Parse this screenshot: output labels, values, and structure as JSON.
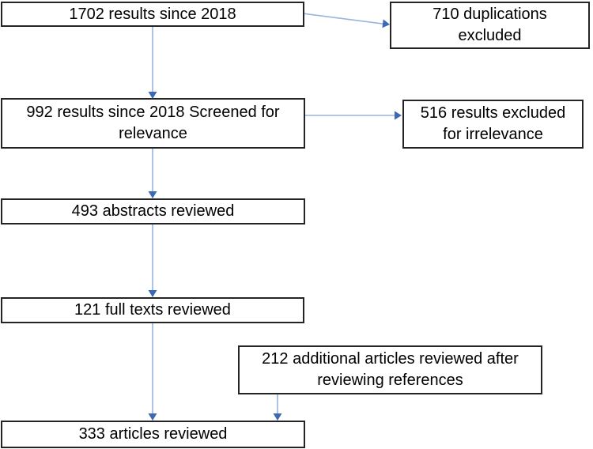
{
  "colors": {
    "connector_line": "#9ab3df",
    "arrowhead": "#3b69b3",
    "box_border": "#242424",
    "box_fill": "#ffffff",
    "text": "#000000",
    "background": "#ffffff"
  },
  "flowchart": {
    "type": "screening-flow-diagram",
    "nodes": {
      "results": {
        "label": "1702 results since 2018"
      },
      "duplications": {
        "label": "710 duplications excluded"
      },
      "screened": {
        "label": "992 results since 2018 Screened for relevance"
      },
      "irrelevant": {
        "label": "516 results excluded for irrelevance"
      },
      "abstracts": {
        "label": "493 abstracts reviewed"
      },
      "fulltexts": {
        "label": "121 full texts reviewed"
      },
      "additional": {
        "label": "212 additional articles reviewed after reviewing references"
      },
      "articles": {
        "label": "333 articles reviewed"
      }
    },
    "edges": [
      {
        "from": "results",
        "to": "screened"
      },
      {
        "from": "results",
        "to": "duplications"
      },
      {
        "from": "screened",
        "to": "irrelevant"
      },
      {
        "from": "screened",
        "to": "abstracts"
      },
      {
        "from": "abstracts",
        "to": "fulltexts"
      },
      {
        "from": "fulltexts",
        "to": "articles"
      },
      {
        "from": "additional",
        "to": "articles"
      }
    ]
  }
}
